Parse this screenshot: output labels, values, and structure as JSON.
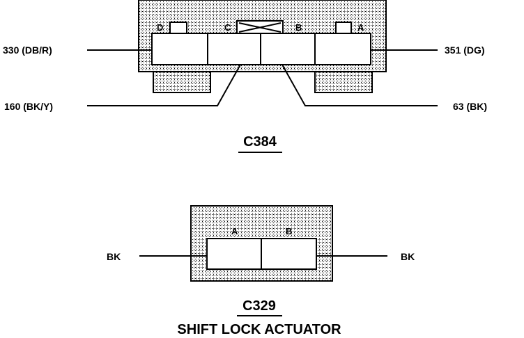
{
  "c384": {
    "name": "C384",
    "pins": [
      "D",
      "C",
      "B",
      "A"
    ],
    "wires": {
      "left_top": "330 (DB/R)",
      "right_top": "351 (DG)",
      "left_bottom": "160 (BK/Y)",
      "right_bottom": "63 (BK)"
    }
  },
  "c329": {
    "name": "C329",
    "subtitle": "SHIFT LOCK ACTUATOR",
    "pins": [
      "A",
      "B"
    ],
    "wires": {
      "left": "BK",
      "right": "BK"
    }
  },
  "colors": {
    "ink": "#000000",
    "shade": "#a8a8a8",
    "paper": "#ffffff"
  }
}
